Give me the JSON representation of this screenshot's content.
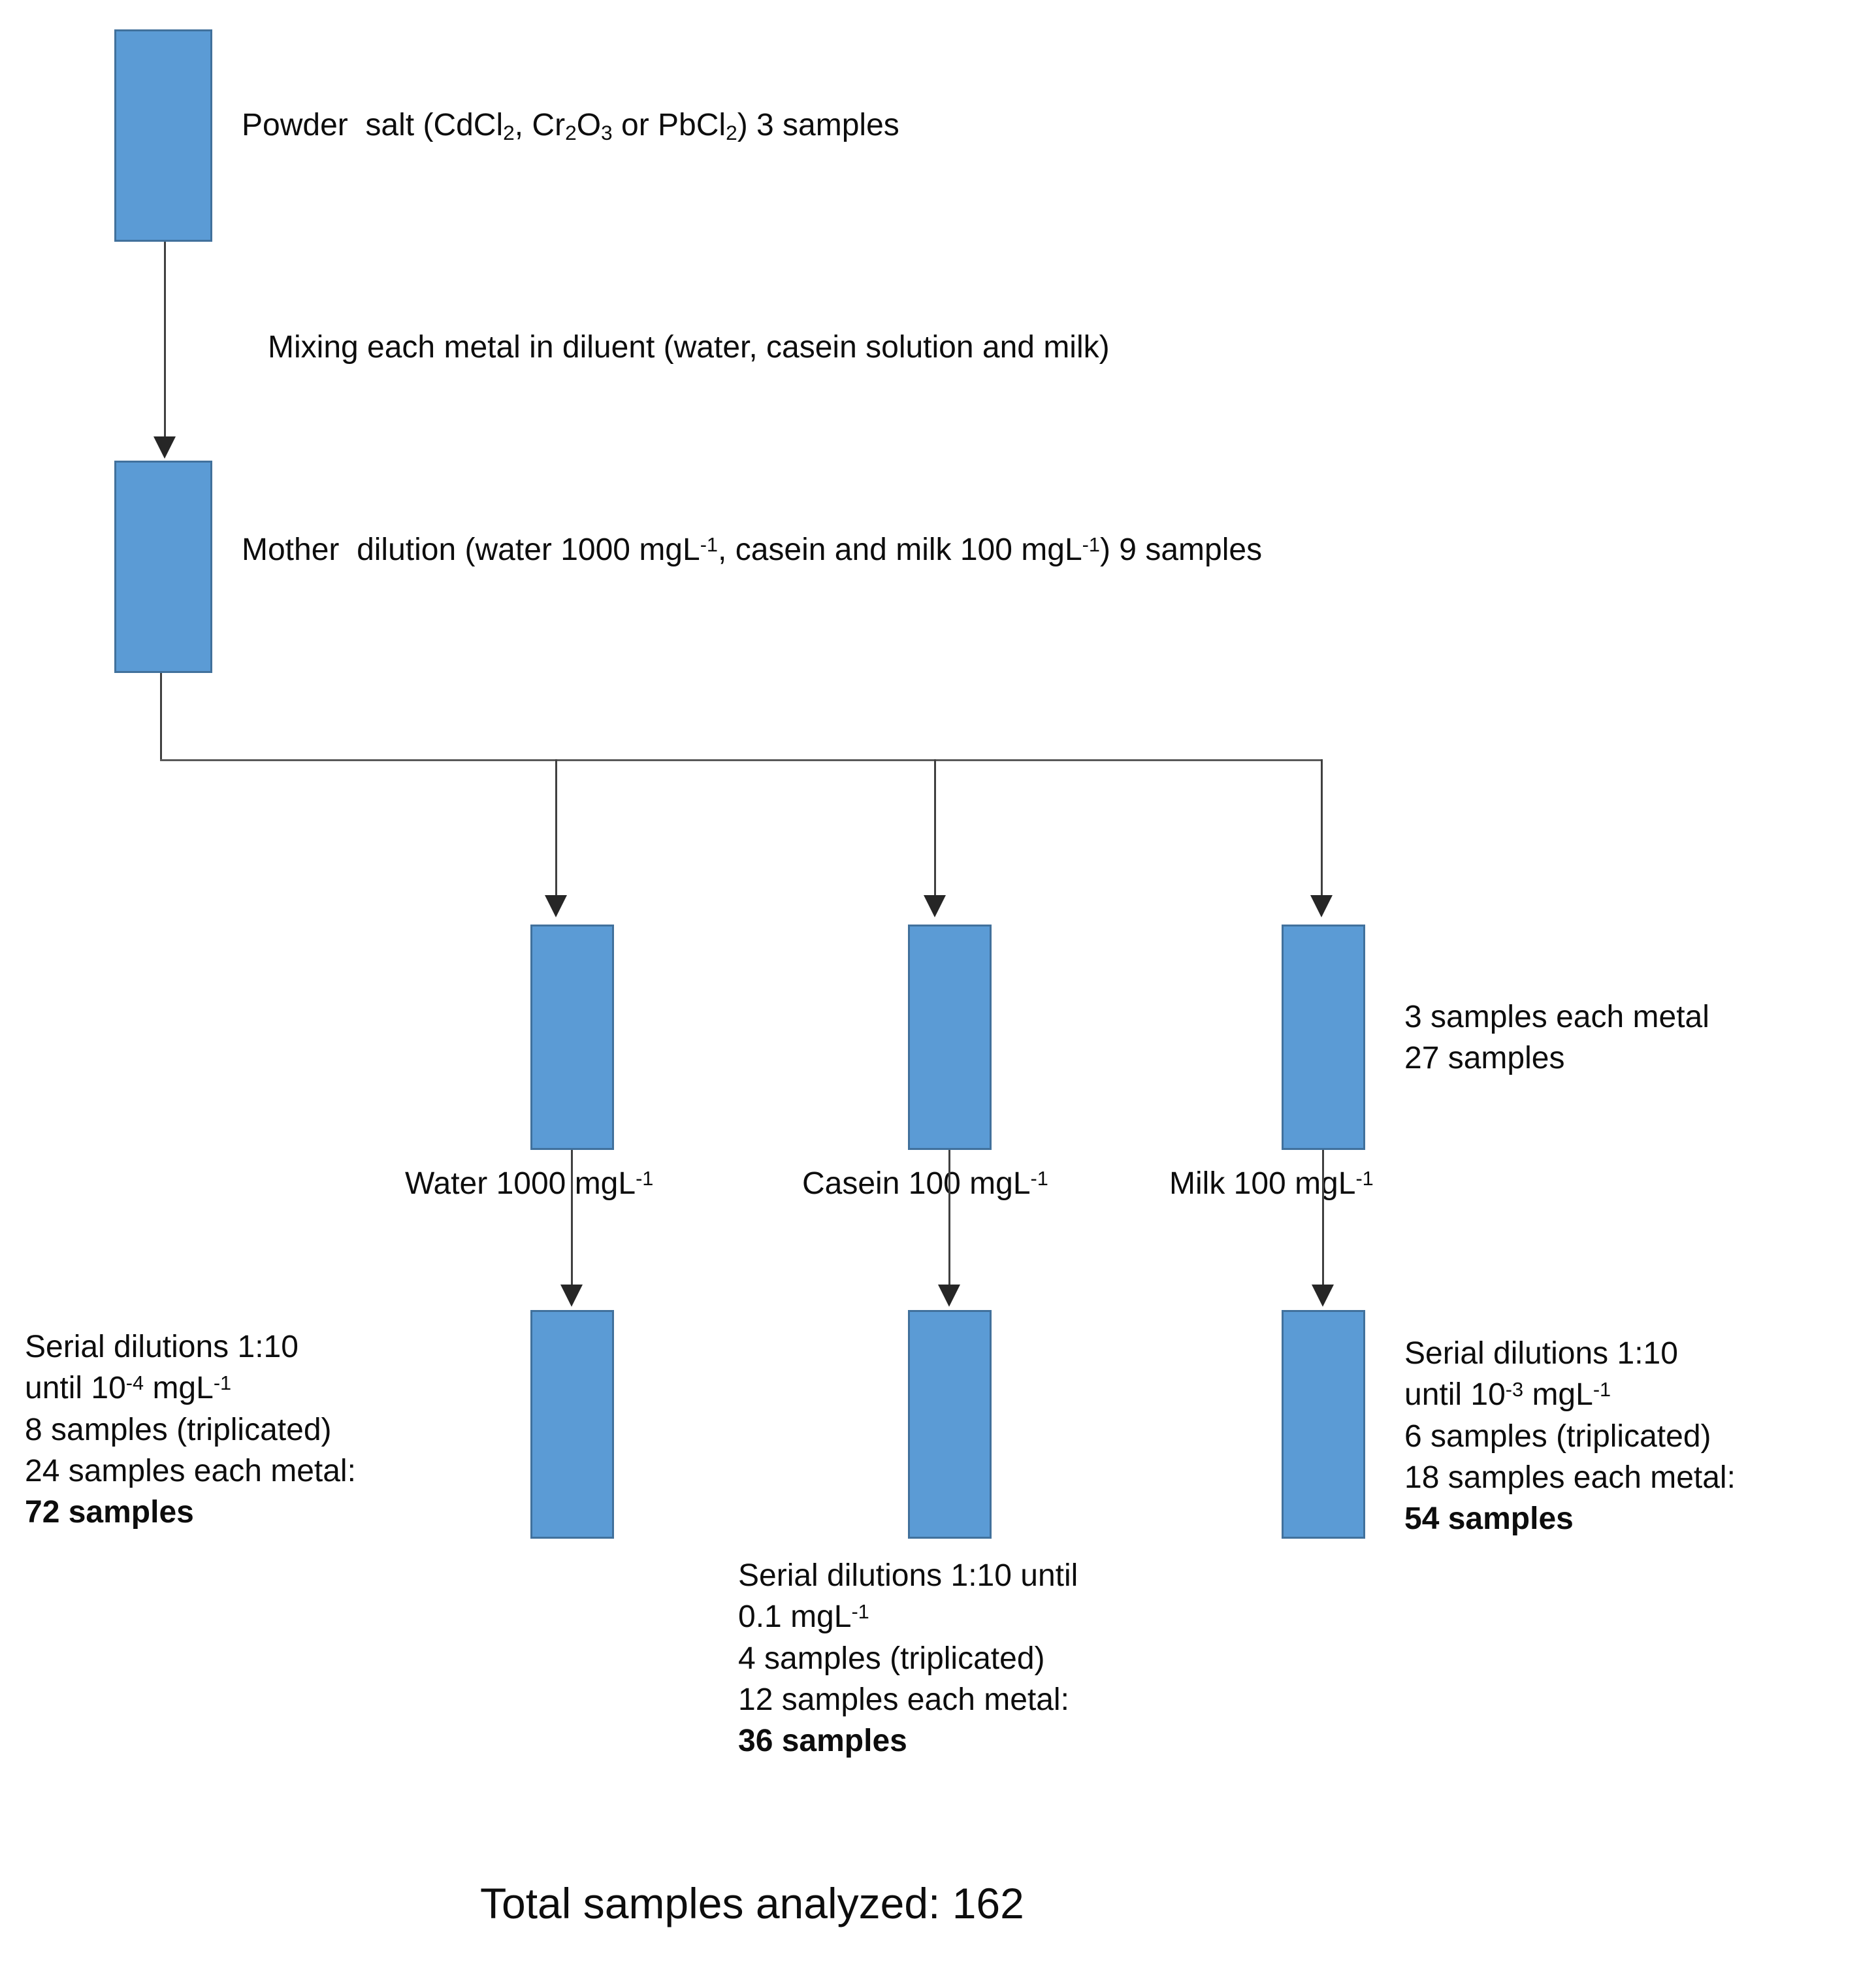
{
  "diagram": {
    "title": "Sample preparation flowchart",
    "accent_color": "#5B9BD5",
    "border_color": "#41719C",
    "connector_color": "#404040",
    "background_color": "#FFFFFF"
  },
  "nodes": {
    "powder_salt": {
      "label": "Powder  salt (CdCl2, Cr2O3 or PbCl2) 3 samples",
      "label_prefix": "Powder  salt (CdCl",
      "sub1": "2",
      "mid1": ", Cr",
      "sub2": "2",
      "mid2": "O",
      "sub3": "3",
      "mid3": " or PbCl",
      "sub4": "2",
      "suffix": ") 3 samples"
    },
    "mixing_step": {
      "label": "Mixing each metal in diluent (water, casein solution and milk)"
    },
    "mother_dilution": {
      "prefix": "Mother  dilution (water 1000 mgL",
      "sup1": "-1",
      "mid": ", casein and milk 100 mgL",
      "sup2": "-1",
      "suffix": ") 9 samples"
    },
    "each_metal_note": {
      "line1": "3 samples each metal",
      "line2": "27 samples"
    },
    "branch_labels": {
      "water": {
        "prefix": "Water 1000 mgL",
        "sup": "-1"
      },
      "casein": {
        "prefix": "Casein 100 mgL",
        "sup": "-1"
      },
      "milk": {
        "prefix": "Milk 100 mgL",
        "sup": "-1"
      }
    },
    "water_result": {
      "line1": "Serial dilutions 1:10",
      "line2_prefix": "until 10",
      "line2_sup": "-4",
      "line2_suffix": " mgL",
      "line2_sup2": "-1",
      "line3": "8 samples (triplicated)",
      "line4": "24 samples each metal:",
      "line5": "72 samples"
    },
    "casein_result": {
      "line1": "Serial dilutions 1:10  until",
      "line2_prefix": "0.1 mgL",
      "line2_sup": "-1",
      "line3": "4 samples (triplicated)",
      "line4": "12 samples each metal:",
      "line5": "36 samples"
    },
    "milk_result": {
      "line1": "Serial dilutions 1:10",
      "line2_prefix": "until 10",
      "line2_sup": "-3",
      "line2_suffix": " mgL",
      "line2_sup2": "-1",
      "line3": "6 samples (triplicated)",
      "line4": "18 samples each metal:",
      "line5": "54 samples"
    },
    "total": {
      "label": "Total samples analyzed: 162"
    }
  }
}
